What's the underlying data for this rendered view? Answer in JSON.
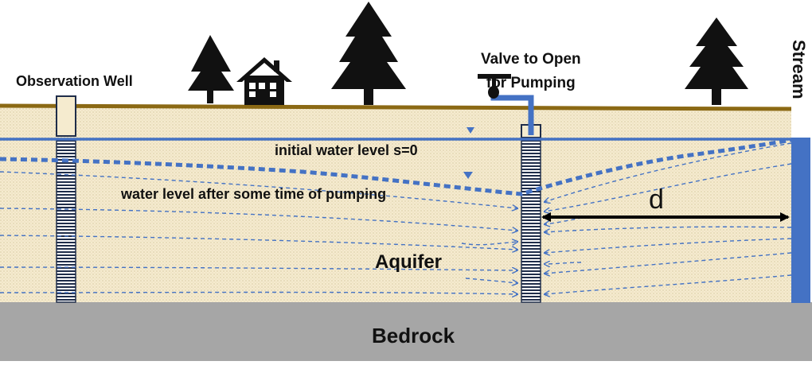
{
  "labels": {
    "observation_well": "Observation Well",
    "valve_line1": "Valve to Open",
    "valve_line2": "for Pumping",
    "initial_water_level": "initial water level s=0",
    "water_level_after": "water level after some time of pumping",
    "aquifer": "Aquifer",
    "bedrock": "Bedrock",
    "distance": "d",
    "stream": "Stream"
  },
  "icons": [
    "tree-icon",
    "house-icon",
    "valve-icon",
    "water-table-triangle-icon",
    "flow-arrow-icon"
  ],
  "colors": {
    "soil": "#f5ebcf",
    "ground_line": "#8b6914",
    "water": "#4472c4",
    "bedrock": "#a6a6a6",
    "trees": "#111111",
    "well_screen": "#1f2d4a"
  }
}
